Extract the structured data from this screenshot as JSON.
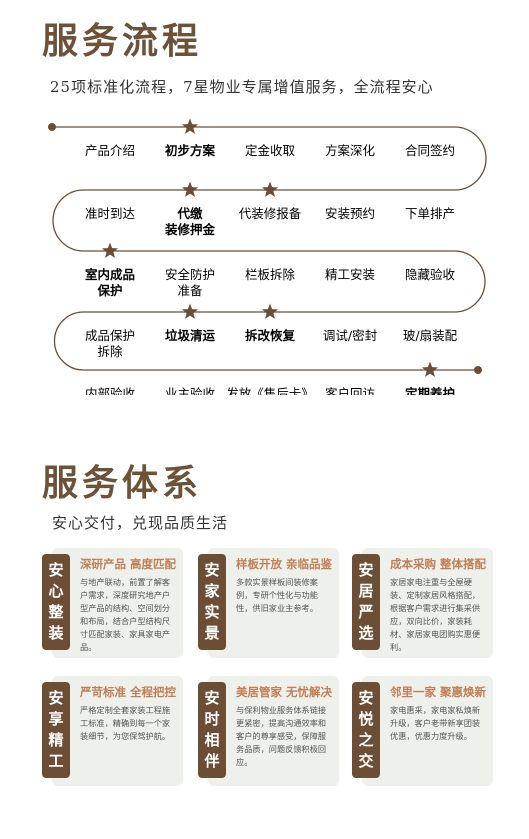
{
  "section1": {
    "title": "服务流程",
    "subtitle": "25项标准化流程，7星物业专属增值服务，全流程安心"
  },
  "flow": {
    "rows": [
      [
        {
          "text": "产品介绍"
        },
        {
          "text": "初步方案",
          "star": true,
          "bold": true
        },
        {
          "text": "定金收取"
        },
        {
          "text": "方案深化"
        },
        {
          "text": "合同签约"
        }
      ],
      [
        {
          "text": "准时到达"
        },
        {
          "text": "代缴\n装修押金",
          "star": true,
          "bold": true
        },
        {
          "text": "代装修报备",
          "star": true
        },
        {
          "text": "安装预约"
        },
        {
          "text": "下单排产"
        }
      ],
      [
        {
          "text": "室内成品\n保护",
          "star": true,
          "bold": true
        },
        {
          "text": "安全防护\n准备"
        },
        {
          "text": "栏板拆除"
        },
        {
          "text": "精工安装"
        },
        {
          "text": "隐藏验收"
        }
      ],
      [
        {
          "text": "成品保护\n拆除"
        },
        {
          "text": "垃圾清运",
          "star": true,
          "bold": true
        },
        {
          "text": "拆改恢复",
          "star": true,
          "bold": true
        },
        {
          "text": "调试/密封"
        },
        {
          "text": "玻/扇装配"
        }
      ],
      [
        {
          "text": "内部验收"
        },
        {
          "text": "业主验收"
        },
        {
          "text": "发放《售后卡》"
        },
        {
          "text": "客户回访"
        },
        {
          "text": "定期养护",
          "star": true,
          "bold": true
        }
      ]
    ]
  },
  "section2": {
    "title": "服务体系",
    "subtitle": "安心交付，兑现品质生活"
  },
  "cards": [
    {
      "badge": "安心整装",
      "title": "深研产品 高度匹配",
      "body": "与地产联动，前置了解客户需求，深度研究地产户型产品的结构、空间划分和布局，结合户型结构尺寸匹配家装、家具家电产品。"
    },
    {
      "badge": "安家实景",
      "title": "样板开放 亲临品鉴",
      "body": "多款实景样板间装修案例，专研个性化与功能性，供旧家业主参考。"
    },
    {
      "badge": "安居严选",
      "title": "成本采购 整体搭配",
      "body": "家居家电注重与全屋硬装、定制家居风格搭配，根据客户需求进行集采供应，双向比价，家装耗材、家居家电团购实惠便利。"
    },
    {
      "badge": "安享精工",
      "title": "严苛标准 全程把控",
      "body": "严格定制全套家装工程施工标准，精确到每一个家装细节，为您保驾护航。"
    },
    {
      "badge": "安时相伴",
      "title": "美居管家 无忧解决",
      "body": "与保利物业服务体系链接更紧密，提高沟通效率和客户的尊享感受，保障服务品质，问题反馈积极回应。"
    },
    {
      "badge": "安悦之交",
      "title": "邻里一家 聚惠焕新",
      "body": "家电惠采，家电家私焕新升级，客户老带新享团装优惠，优惠力度升级。"
    }
  ],
  "colors": {
    "brand": "#6b5238",
    "accent": "#c07f56",
    "card_bg": "#eef0ec",
    "line": "#6b4e35"
  }
}
